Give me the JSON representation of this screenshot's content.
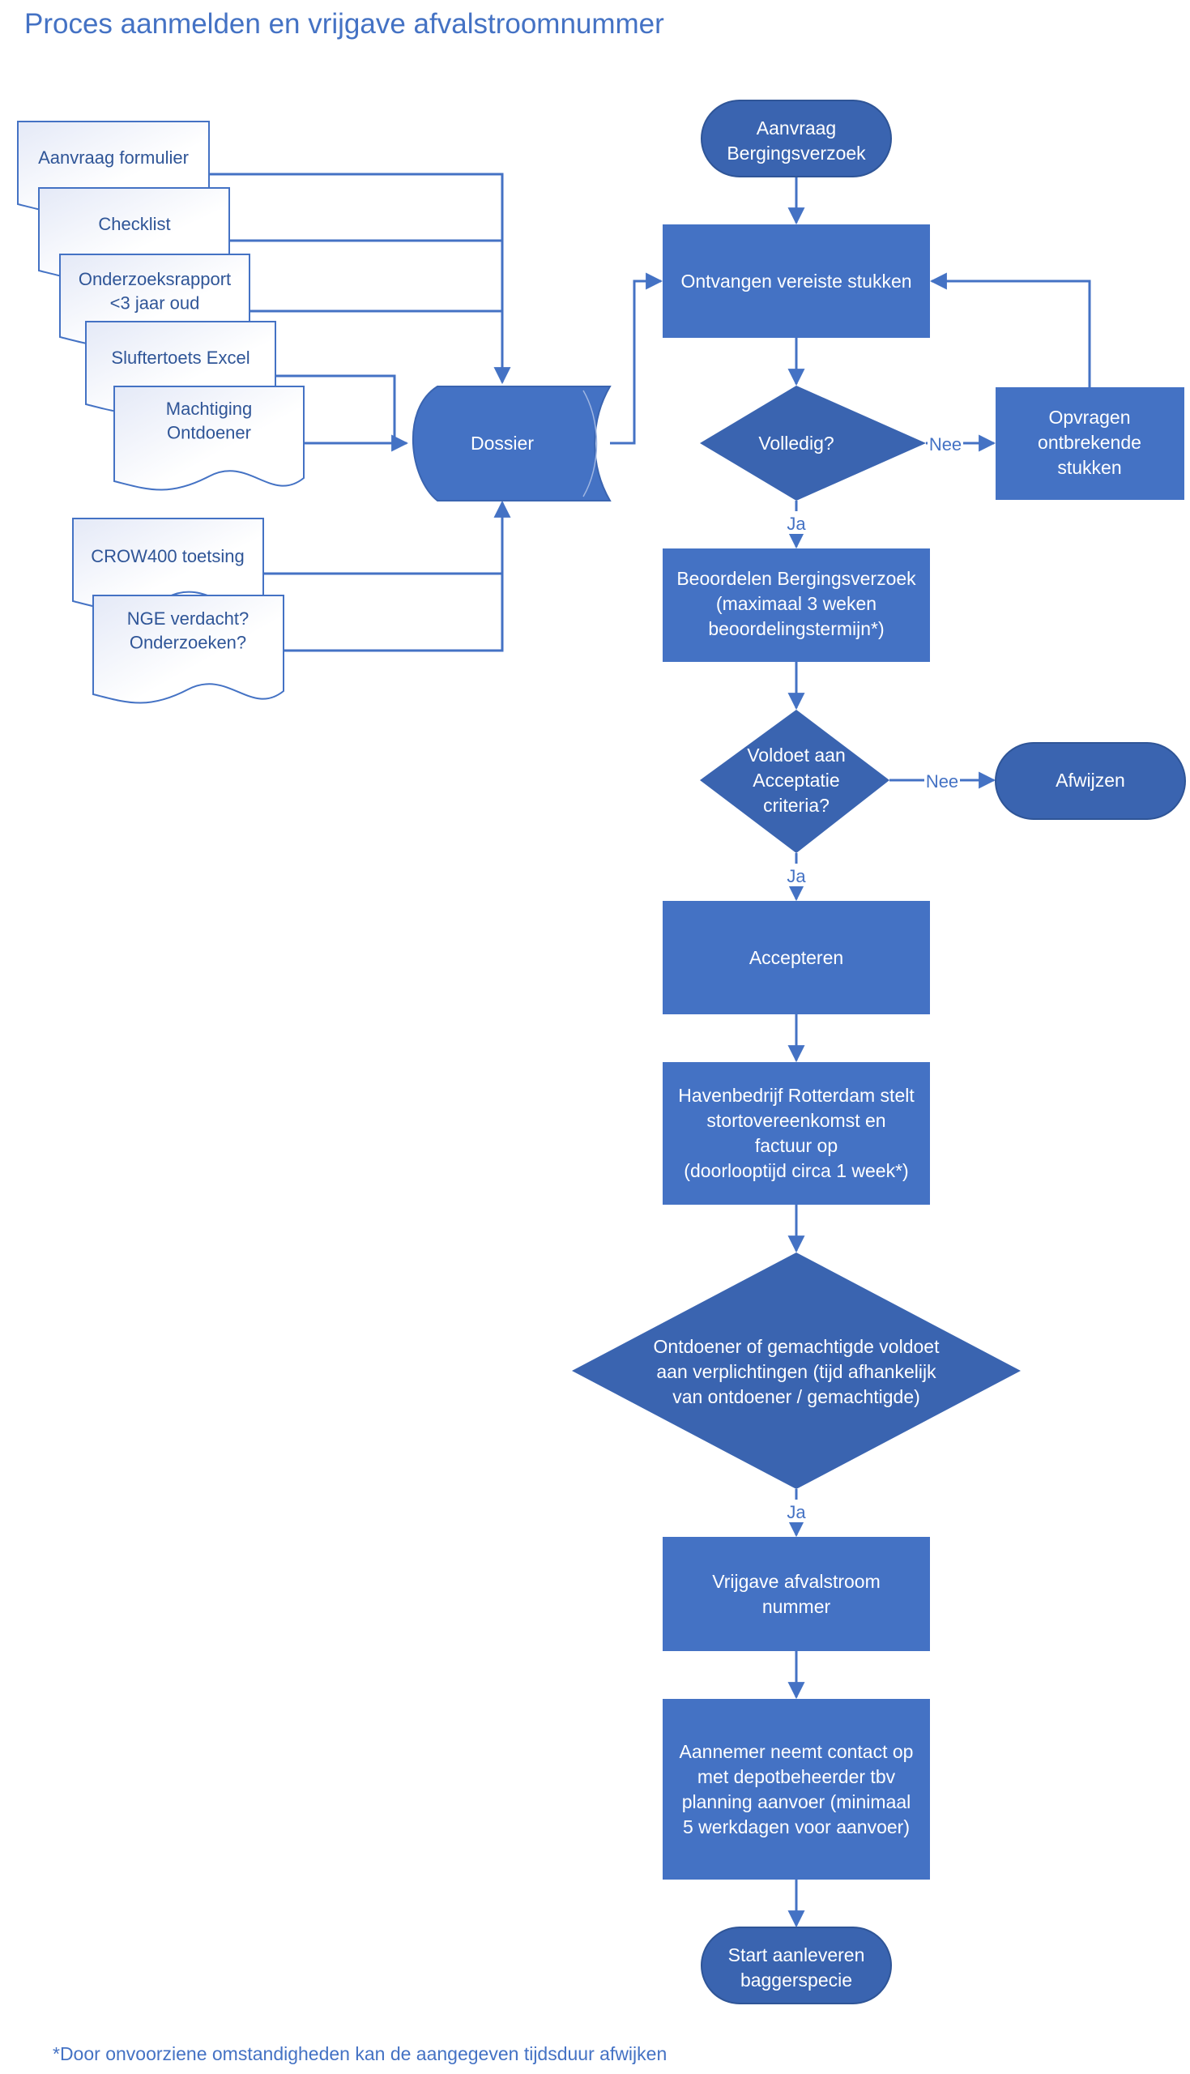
{
  "title": "Proces aanmelden en vrijgave afvalstroomnummer",
  "colors": {
    "shape_fill": "#4472c4",
    "dark_fill": "#3a64b0",
    "line": "#4472c4",
    "text_on_shape": "#ffffff",
    "doc_text": "#2f5597"
  },
  "documents": {
    "aanvraag_formulier": [
      "Aanvraag formulier"
    ],
    "checklist": [
      "Checklist"
    ],
    "onderzoeksrapport": [
      "Onderzoeksrapport",
      "<3 jaar oud"
    ],
    "sluftertoets": [
      "Sluftertoets Excel"
    ],
    "machtiging": [
      "Machtiging",
      "Ontdoener"
    ],
    "crow400": [
      "CROW400 toetsing"
    ],
    "nge": [
      "NGE verdacht?",
      "Onderzoeken?"
    ]
  },
  "nodes": {
    "dossier": [
      "Dossier"
    ],
    "start": [
      "Aanvraag",
      "Bergingsverzoek"
    ],
    "ontvangen": [
      "Ontvangen vereiste stukken"
    ],
    "volledig": [
      "Volledig?"
    ],
    "opvragen": [
      "Opvragen",
      "ontbrekende",
      "stukken"
    ],
    "beoordelen": [
      "Beoordelen Bergingsverzoek",
      "(maximaal 3 weken",
      "beoordelingstermijn*)"
    ],
    "voldoet": [
      "Voldoet aan",
      "Acceptatie",
      "criteria?"
    ],
    "afwijzen": [
      "Afwijzen"
    ],
    "accepteren": [
      "Accepteren"
    ],
    "havenbedrijf": [
      "Havenbedrijf Rotterdam stelt",
      "stortovereenkomst en",
      "factuur op",
      "(doorlooptijd circa 1 week*)"
    ],
    "ontdoener": [
      "Ontdoener of gemachtigde voldoet",
      "aan verplichtingen (tijd afhankelijk",
      "van ontdoener / gemachtigde)"
    ],
    "vrijgave": [
      "Vrijgave afvalstroom",
      "nummer"
    ],
    "aannemer": [
      "Aannemer neemt contact op",
      "met depotbeheerder tbv",
      "planning aanvoer (minimaal",
      "5 werkdagen voor aanvoer)"
    ],
    "einde": [
      "Start aanleveren",
      "baggerspecie"
    ]
  },
  "edge_labels": {
    "nee1": "Nee",
    "ja1": "Ja",
    "nee2": "Nee",
    "ja2": "Ja",
    "ja3": "Ja"
  },
  "footnote": "*Door onvoorziene omstandigheden kan de aangegeven tijdsduur afwijken"
}
